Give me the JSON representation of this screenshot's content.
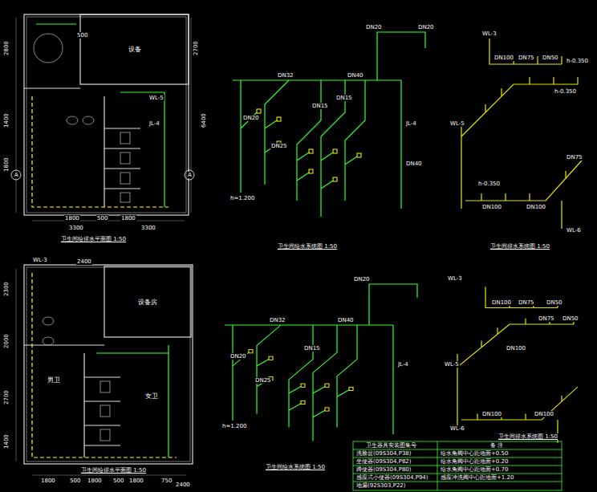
{
  "diagram": {
    "nodes": [
      {
        "text": [
          "设备"
        ]
      },
      {
        "text": [
          "设备房"
        ]
      }
    ],
    "labels": [
      "卫生间给排水平面图 1:50",
      "卫生间给水系统图 1:50",
      "卫生间排水系统图 1:50",
      "卫生间给排水平面图 1:50",
      "卫生间给水系统图 1:50",
      "卫生间排水系统图 1:50",
      "2800",
      "1400",
      "1800",
      "2700",
      "6400",
      "1800",
      "500",
      "1800",
      "3300",
      "3300",
      "500",
      "JL-4",
      "WL-5",
      "A",
      "A",
      "WL-3",
      "2400",
      "2300",
      "2000",
      "2700",
      "1400",
      "男卫",
      "女卫",
      "1800",
      "500",
      "1800",
      "500",
      "1800",
      "750",
      "2400",
      "DN20",
      "DN20",
      "DN32",
      "DN40",
      "DN20",
      "DN25",
      "DN15",
      "DN15",
      "DN40",
      "JL-4",
      "h=1.200",
      "WL-3",
      "DN100",
      "DN75",
      "DN50",
      "h-0.350",
      "h-0.350",
      "WL-5",
      "DN75",
      "h-0.350",
      "DN100",
      "DN100",
      "WL-6",
      "DN20",
      "DN32",
      "DN40",
      "DN20",
      "DN25",
      "DN15",
      "JL-4",
      "h=1.200",
      "WL-3",
      "DN100",
      "DN75",
      "DN50",
      "DN75",
      "DN50",
      "WL-5",
      "DN100",
      "DN100",
      "DN100",
      "WL-6",
      "卫生器具安装图集号",
      "备 注",
      "洗脸盆(09S304,P38)",
      "给水角阀中心距地面+0.50",
      "坐便器(09S304,P82)",
      "给水角阀中心距地面+0.20",
      "蹲便器(09S304,P80)",
      "给水角阀中心距地面+0.70",
      "感应式小便器(09S304,P94)",
      "感应冲洗阀中心距地面+1.20",
      "地漏(92S303,P22)"
    ]
  }
}
